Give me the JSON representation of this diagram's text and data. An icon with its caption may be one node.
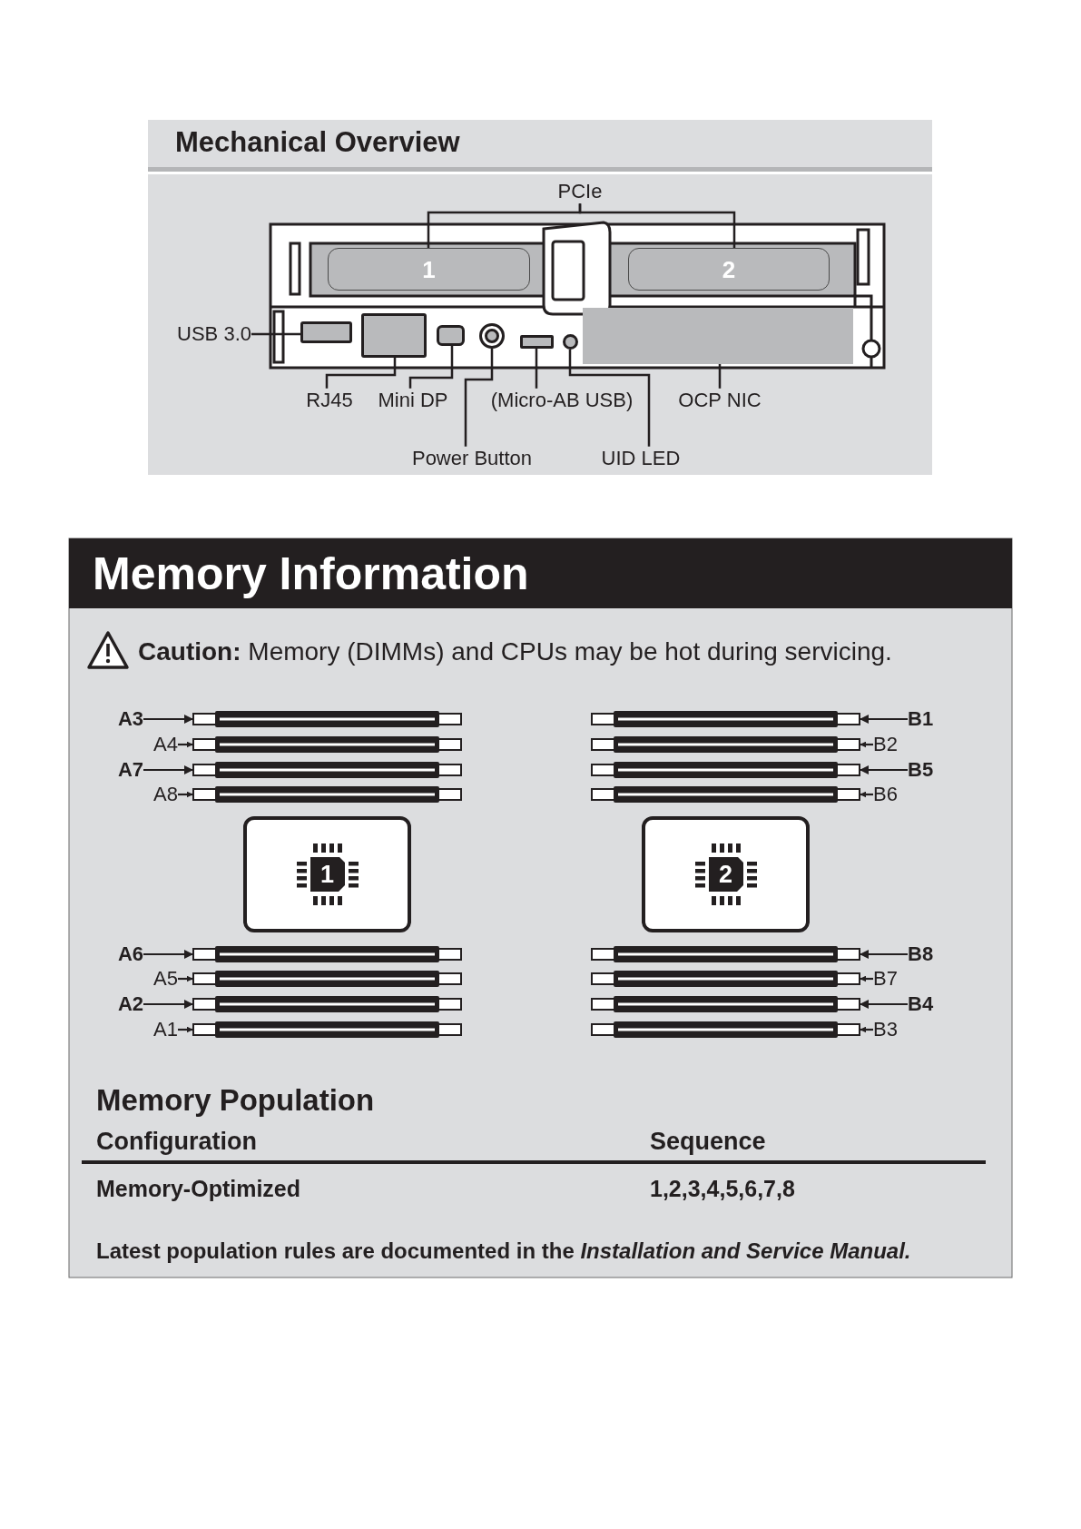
{
  "diagram": {
    "nodes": [
      {
        "text": [
          "PCIe"
        ]
      },
      {
        "text": [
          "1"
        ]
      },
      {
        "text": [
          "2"
        ]
      },
      {
        "text": [
          "USB 3.0"
        ]
      },
      {
        "text": [],
        "shape": "box"
      },
      {
        "text": [],
        "shape": "box"
      },
      {
        "text": [],
        "shape": "box"
      },
      {
        "text": [],
        "shape": "circle"
      },
      {
        "text": [],
        "shape": "box"
      },
      {
        "text": [],
        "shape": "circle"
      },
      {
        "text": [],
        "shape": "box"
      },
      {
        "text": [
          "RJ45"
        ]
      },
      {
        "text": [
          "Mini DP"
        ]
      },
      {
        "text": [
          "(Micro-AB USB)"
        ]
      },
      {
        "text": [
          "OCP NIC"
        ]
      },
      {
        "text": [
          "Power Button"
        ]
      },
      {
        "text": [
          "UID LED"
        ]
      },
      {
        "text": [
          "A3"
        ]
      },
      {
        "text": [],
        "shape": "bar"
      },
      {
        "text": [
          "A4"
        ]
      },
      {
        "text": [],
        "shape": "bar"
      },
      {
        "text": [
          "A7"
        ]
      },
      {
        "text": [],
        "shape": "bar"
      },
      {
        "text": [
          "A8"
        ]
      },
      {
        "text": [],
        "shape": "bar"
      },
      {
        "text": [
          "1"
        ]
      },
      {
        "text": [
          "A6"
        ]
      },
      {
        "text": [],
        "shape": "bar"
      },
      {
        "text": [
          "A5"
        ]
      },
      {
        "text": [],
        "shape": "bar"
      },
      {
        "text": [
          "A2"
        ]
      },
      {
        "text": [],
        "shape": "bar"
      },
      {
        "text": [
          "A1"
        ]
      },
      {
        "text": [],
        "shape": "bar"
      },
      {
        "text": [],
        "shape": "bar"
      },
      {
        "text": [
          "B1"
        ]
      },
      {
        "text": [],
        "shape": "bar"
      },
      {
        "text": [
          "B2"
        ]
      },
      {
        "text": [],
        "shape": "bar"
      },
      {
        "text": [
          "B5"
        ]
      },
      {
        "text": [],
        "shape": "bar"
      },
      {
        "text": [
          "B6"
        ]
      },
      {
        "text": [
          "2"
        ]
      },
      {
        "text": [],
        "shape": "bar"
      },
      {
        "text": [
          "B8"
        ]
      },
      {
        "text": [],
        "shape": "bar"
      },
      {
        "text": [
          "B7"
        ]
      },
      {
        "text": [],
        "shape": "bar"
      },
      {
        "text": [
          "B4"
        ]
      },
      {
        "text": [],
        "shape": "bar"
      },
      {
        "text": [
          "B3"
        ]
      }
    ],
    "edges": [
      {
        "from": 0,
        "to": 1,
        "arrow": "none"
      },
      {
        "from": 0,
        "to": 2,
        "arrow": "none"
      },
      {
        "from": 3,
        "to": 4,
        "arrow": "none"
      },
      {
        "from": 11,
        "to": 5,
        "arrow": "none"
      },
      {
        "from": 12,
        "to": 6,
        "arrow": "none"
      },
      {
        "from": 13,
        "to": 8,
        "arrow": "none"
      },
      {
        "from": 14,
        "to": 10,
        "arrow": "none"
      },
      {
        "from": 15,
        "to": 7,
        "arrow": "none"
      },
      {
        "from": 16,
        "to": 9,
        "arrow": "none"
      },
      {
        "from": 17,
        "to": 18,
        "arrow": "to"
      },
      {
        "from": 19,
        "to": 20,
        "arrow": "to"
      },
      {
        "from": 21,
        "to": 22,
        "arrow": "to"
      },
      {
        "from": 23,
        "to": 24,
        "arrow": "to"
      },
      {
        "from": 26,
        "to": 27,
        "arrow": "to"
      },
      {
        "from": 28,
        "to": 29,
        "arrow": "to"
      },
      {
        "from": 30,
        "to": 31,
        "arrow": "to"
      },
      {
        "from": 32,
        "to": 33,
        "arrow": "to"
      },
      {
        "from": 35,
        "to": 34,
        "arrow": "to"
      },
      {
        "from": 37,
        "to": 36,
        "arrow": "to"
      },
      {
        "from": 39,
        "to": 38,
        "arrow": "to"
      },
      {
        "from": 41,
        "to": 40,
        "arrow": "to"
      },
      {
        "from": 44,
        "to": 43,
        "arrow": "to"
      },
      {
        "from": 46,
        "to": 45,
        "arrow": "to"
      },
      {
        "from": 48,
        "to": 47,
        "arrow": "to"
      },
      {
        "from": 50,
        "to": 49,
        "arrow": "to"
      }
    ],
    "labels": [
      "Mechanical Overview",
      "Memory Information",
      "**Caution:** Memory (DIMMs) and CPUs may be hot during servicing.",
      "Memory Population",
      "Configuration",
      "Sequence",
      "Memory-Optimized",
      "1,2,3,4,5,6,7,8",
      "Latest population rules are documented in the *Installation and Service Manual.*"
    ]
  }
}
